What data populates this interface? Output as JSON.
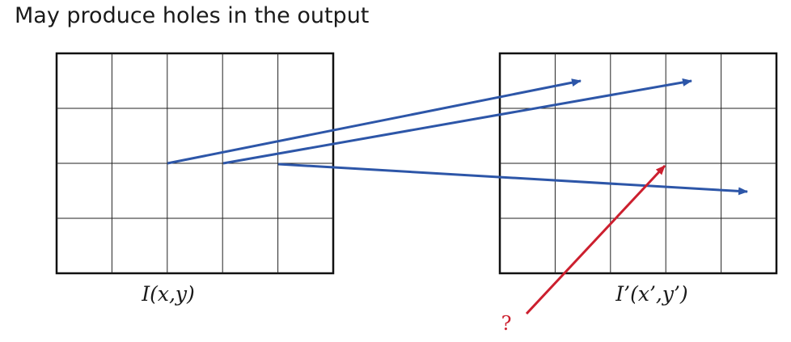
{
  "title": "May produce holes in the output",
  "source_grid": {
    "label": "I(x,y)",
    "rows": 4,
    "cols": 5
  },
  "target_grid": {
    "label": "I’(x’,y’)",
    "rows": 4,
    "cols": 5
  },
  "question_label": "?",
  "colors": {
    "forward_arrow": "#2d56a8",
    "hole_arrow": "#cc1f2e",
    "grid": "#111111"
  }
}
